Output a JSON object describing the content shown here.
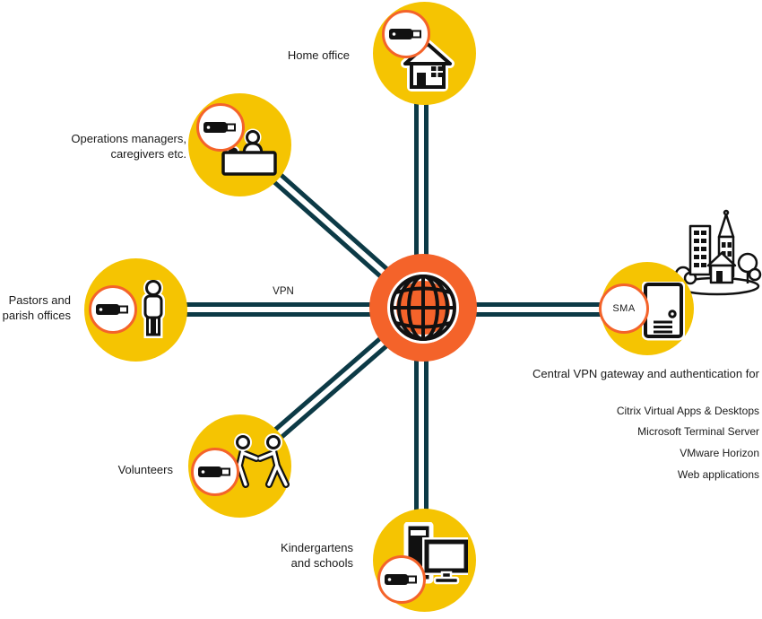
{
  "colors": {
    "accent_orange": "#f4632a",
    "node_yellow": "#f5c402",
    "line_teal": "#0c3a46"
  },
  "center_hub": {
    "icon": "globe-icon"
  },
  "connection_label": "VPN",
  "nodes": {
    "home_office": {
      "label": "Home office",
      "icon": "house-icon",
      "badge_icon": "usb-token-icon"
    },
    "operations": {
      "label": "Operations managers,\ncaregivers etc.",
      "icon": "person-at-desk-icon",
      "badge_icon": "usb-token-icon"
    },
    "pastors": {
      "label": "Pastors and\nparish offices",
      "icon": "person-icon",
      "badge_icon": "usb-token-icon"
    },
    "volunteers": {
      "label": "Volunteers",
      "icon": "two-people-icon",
      "badge_icon": "usb-token-icon"
    },
    "kindergartens": {
      "label": "Kindergartens\nand schools",
      "icon": "desktop-computer-icon",
      "badge_icon": "usb-token-icon"
    },
    "gateway": {
      "badge_label": "SMA",
      "icon": "server-icon",
      "scene_icon": "city-buildings-icon",
      "heading": "Central VPN gateway and authentication for",
      "services": [
        "Citrix Virtual Apps & Desktops",
        "Microsoft Terminal Server",
        "VMware Horizon",
        "Web applications"
      ]
    }
  }
}
